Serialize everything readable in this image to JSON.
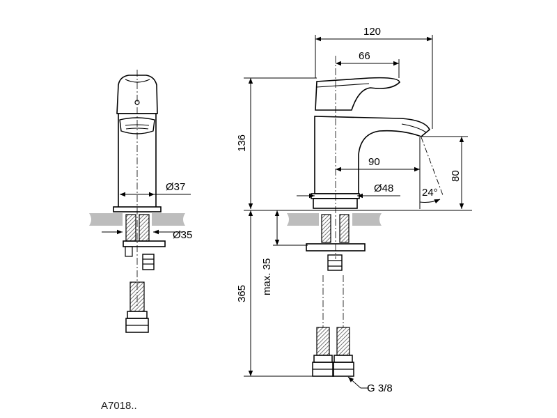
{
  "drawing": {
    "code": "A7018..",
    "side_view": {
      "height_label": "136",
      "length_label": "120",
      "lever_label": "66",
      "reach_label": "90",
      "clearance_label": "80",
      "angle_label": "24°",
      "body_dia_label": "Ø48",
      "under_label": "365",
      "max_label": "max. 35",
      "thread_label": "G 3/8"
    },
    "front_view": {
      "body_dia_label": "Ø37",
      "hole_dia_label": "Ø35"
    }
  },
  "colors": {
    "line": "#000000",
    "worktop": "#bdbdbd",
    "hatch": "#555555"
  }
}
